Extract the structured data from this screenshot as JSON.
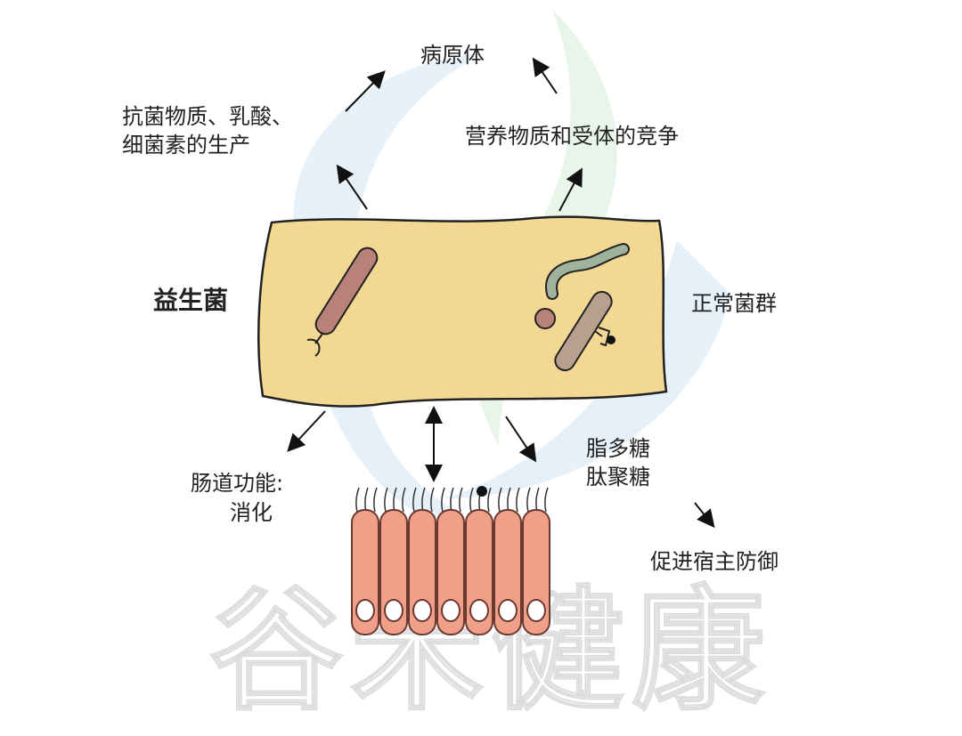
{
  "labels": {
    "pathogen": "病原体",
    "antimicrobial_line1": "抗菌物质、乳酸、",
    "antimicrobial_line2": "细菌素的生产",
    "competition": "营养物质和受体的竞争",
    "probiotics": "益生菌",
    "normal_flora": "正常菌群",
    "gut_function_line1": "肠道功能:",
    "gut_function_line2": "消化",
    "lps_line1": "脂多糖",
    "lps_line2": "肽聚糖",
    "host_defense": "促进宿主防御"
  },
  "watermark": "谷禾健康",
  "colors": {
    "box_fill": "#f3d893",
    "cell_fill": "#f0a088",
    "probiotic_rod": "#b98278",
    "flora_spiral": "#9fb39c",
    "flora_rod": "#b9a08e"
  }
}
